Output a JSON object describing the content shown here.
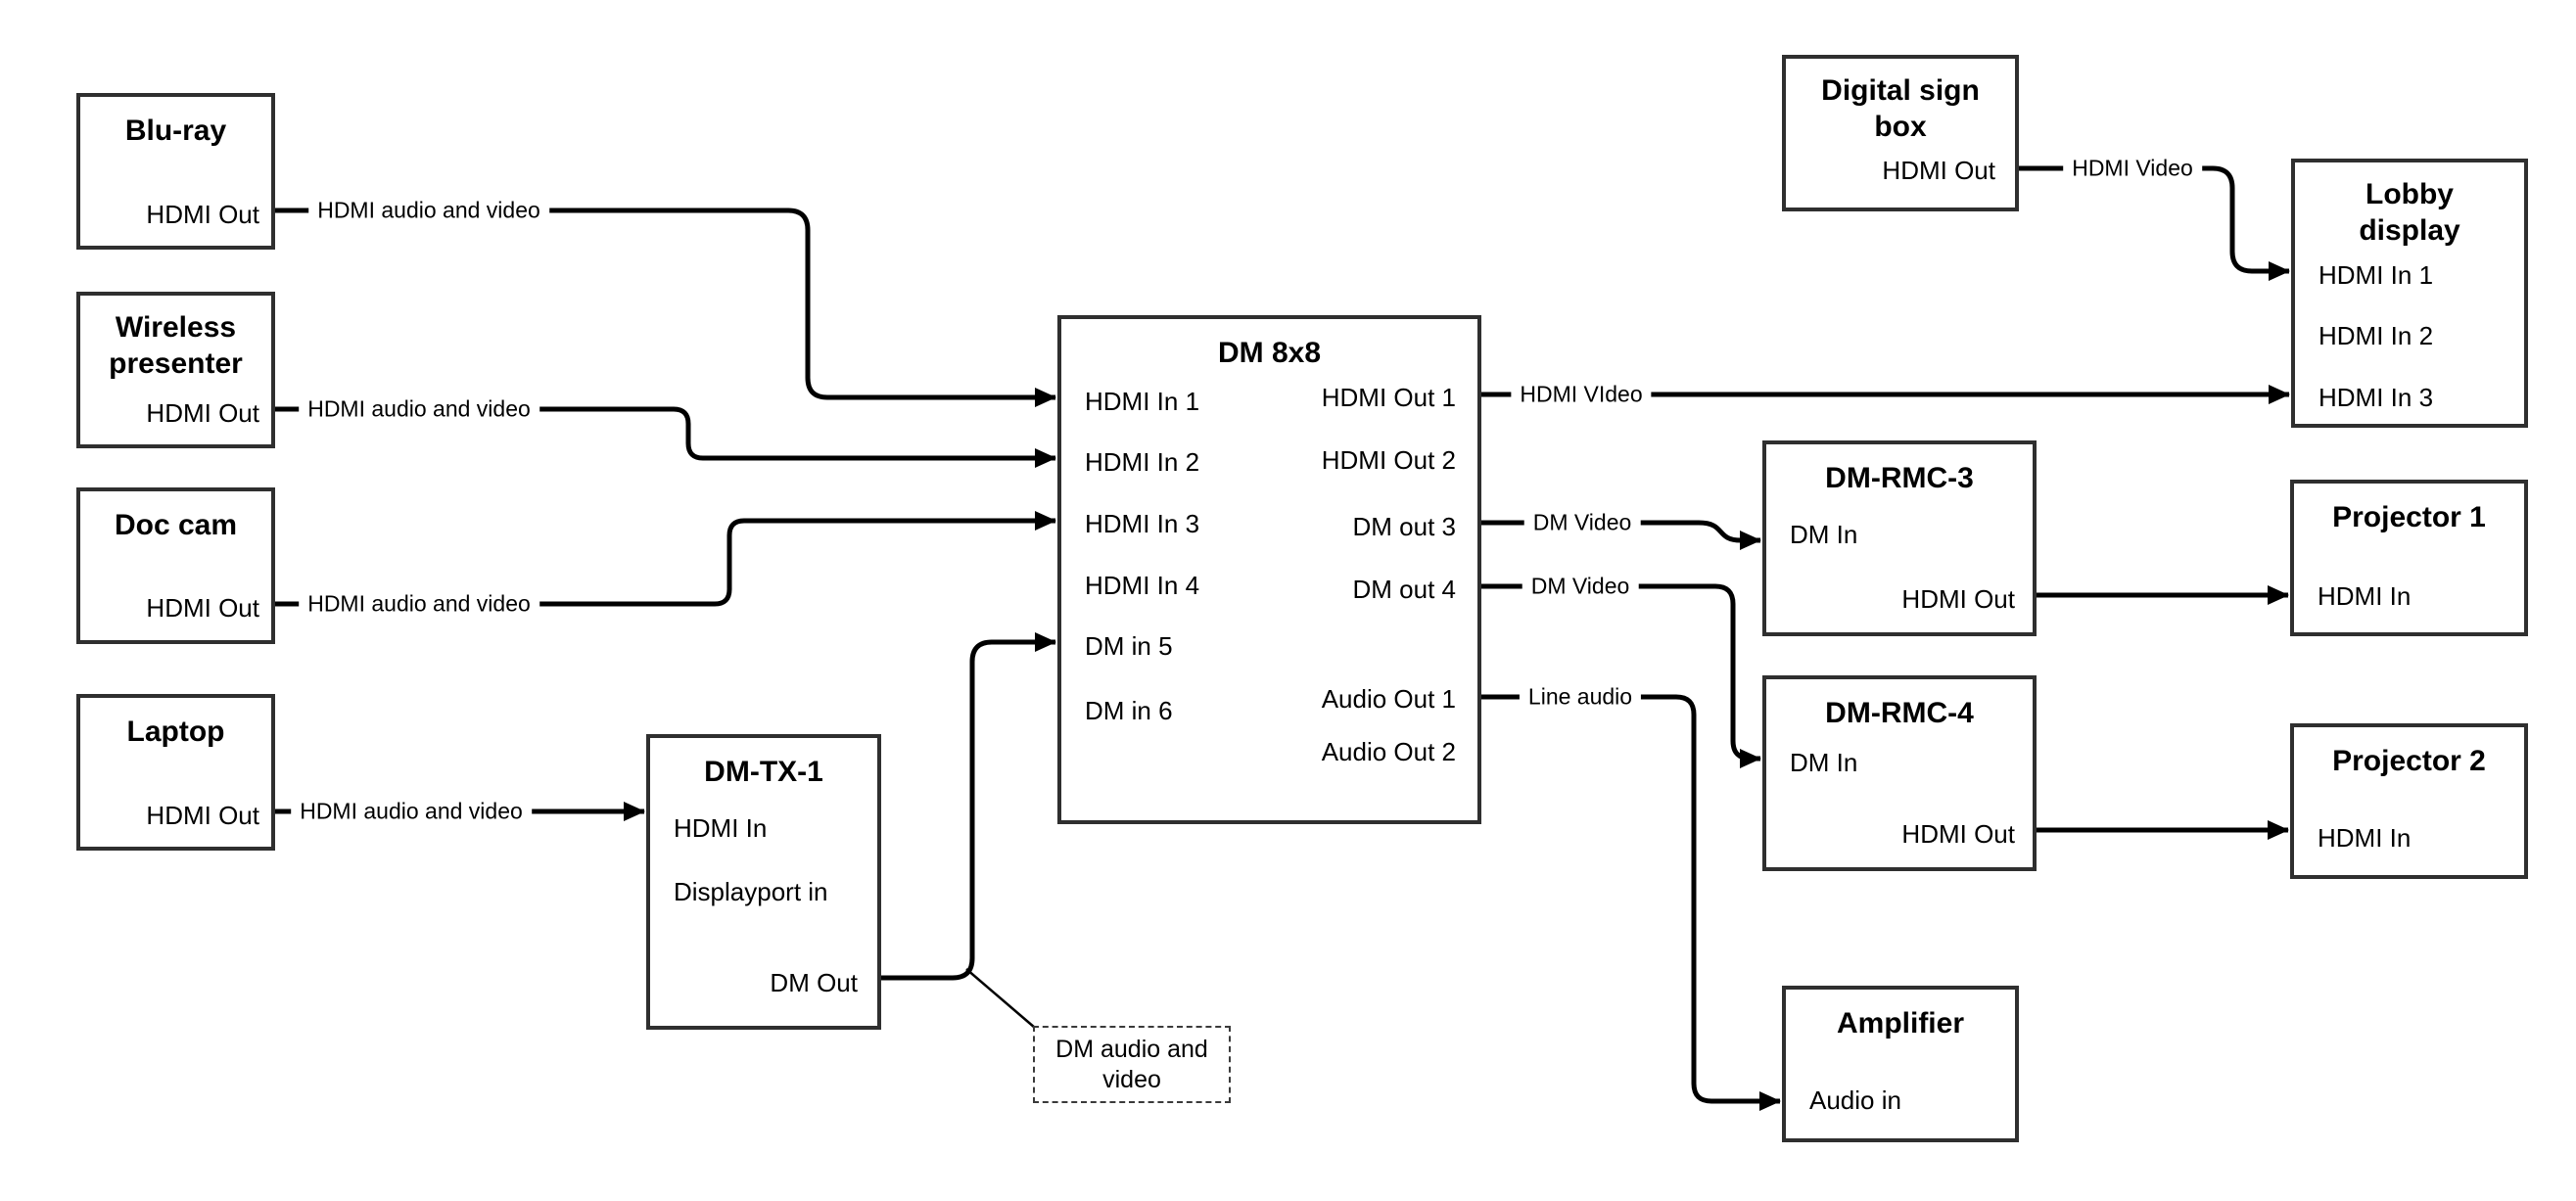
{
  "nodes": {
    "blu_ray": {
      "title": "Blu-ray",
      "ports": {
        "hdmi_out": "HDMI Out"
      }
    },
    "wireless_presenter": {
      "title": "Wireless presenter",
      "ports": {
        "hdmi_out": "HDMI Out"
      }
    },
    "doc_cam": {
      "title": "Doc cam",
      "ports": {
        "hdmi_out": "HDMI Out"
      }
    },
    "laptop": {
      "title": "Laptop",
      "ports": {
        "hdmi_out": "HDMI Out"
      }
    },
    "dm_tx_1": {
      "title": "DM-TX-1",
      "ports": {
        "hdmi_in": "HDMI In",
        "displayport_in": "Displayport in",
        "dm_out": "DM Out"
      }
    },
    "dm_8x8": {
      "title": "DM 8x8",
      "ports": {
        "hdmi_in_1": "HDMI In 1",
        "hdmi_in_2": "HDMI In 2",
        "hdmi_in_3": "HDMI In 3",
        "hdmi_in_4": "HDMI In 4",
        "dm_in_5": "DM in 5",
        "dm_in_6": "DM in 6",
        "hdmi_out_1": "HDMI Out 1",
        "hdmi_out_2": "HDMI Out 2",
        "dm_out_3": "DM out 3",
        "dm_out_4": "DM out 4",
        "audio_out_1": "Audio Out 1",
        "audio_out_2": "Audio Out 2"
      }
    },
    "digital_sign_box": {
      "title": "Digital sign box",
      "ports": {
        "hdmi_out": "HDMI Out"
      }
    },
    "lobby_display": {
      "title": "Lobby display",
      "ports": {
        "hdmi_in_1": "HDMI In 1",
        "hdmi_in_2": "HDMI In 2",
        "hdmi_in_3": "HDMI In 3"
      }
    },
    "dm_rmc_3": {
      "title": "DM-RMC-3",
      "ports": {
        "dm_in": "DM In",
        "hdmi_out": "HDMI Out"
      }
    },
    "projector_1": {
      "title": "Projector 1",
      "ports": {
        "hdmi_in": "HDMI In"
      }
    },
    "dm_rmc_4": {
      "title": "DM-RMC-4",
      "ports": {
        "dm_in": "DM In",
        "hdmi_out": "HDMI Out"
      }
    },
    "projector_2": {
      "title": "Projector 2",
      "ports": {
        "hdmi_in": "HDMI In"
      }
    },
    "amplifier": {
      "title": "Amplifier",
      "ports": {
        "audio_in": "Audio in"
      }
    }
  },
  "wire_labels": {
    "bluray_to_dm8x8": "HDMI audio and video",
    "wireless_to_dm8x8": "HDMI audio and video",
    "doccam_to_dm8x8": "HDMI audio and video",
    "laptop_to_dmtx1": "HDMI audio and video",
    "hdmi_out_1": "HDMI VIdeo",
    "dm_out_3": "DM Video",
    "dm_out_4": "DM Video",
    "audio_out_1": "Line audio",
    "digital_sign": "HDMI Video"
  },
  "annotation": {
    "note": "DM audio and video"
  },
  "colors": {
    "wire": "#000000",
    "box_border": "#2f2f2f",
    "background": "#ffffff",
    "text": "#000000"
  }
}
